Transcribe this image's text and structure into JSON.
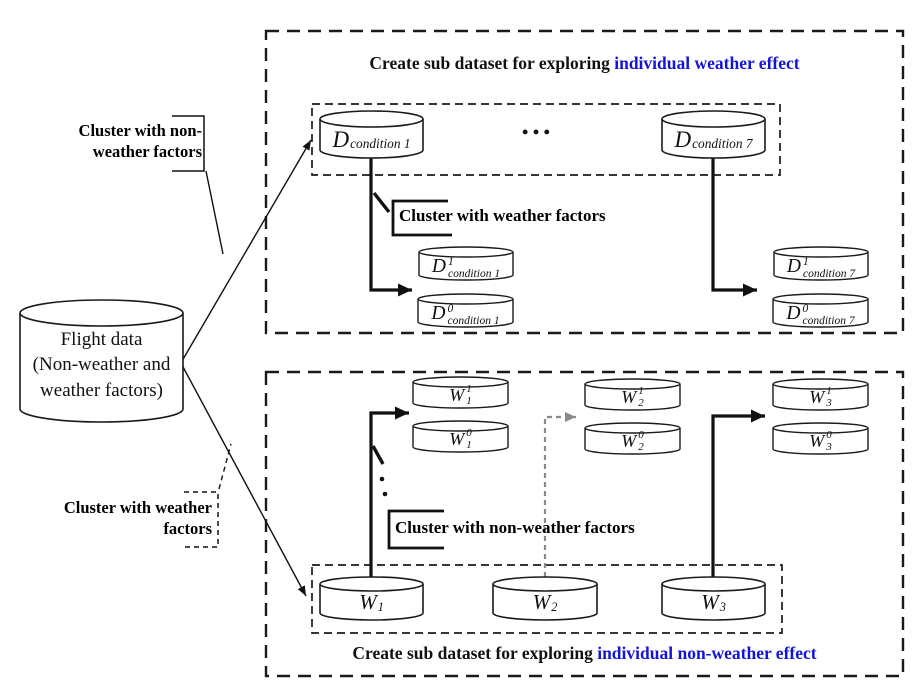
{
  "colors": {
    "highlight": "#1414d6",
    "gray": "#8a8a8a"
  },
  "source": {
    "line1": "Flight data",
    "line2": "(Non-weather and",
    "line3": "weather factors)"
  },
  "callouts": {
    "non_weather": {
      "line1": "Cluster with non-",
      "line2": "weather factors"
    },
    "weather": {
      "line1": "Cluster with weather",
      "line2": "factors"
    }
  },
  "top_panel": {
    "title_prefix": "Create sub dataset for exploring ",
    "title_highlight": "individual weather effect",
    "cluster_label": "Cluster with weather factors",
    "ellipsis": "• • •",
    "db_left": {
      "base": "D",
      "sub": "condition 1"
    },
    "db_right": {
      "base": "D",
      "sub": "condition 7"
    },
    "sub_db": [
      {
        "base": "D",
        "sup": "1",
        "sub": "condition 1"
      },
      {
        "base": "D",
        "sup": "0",
        "sub": "condition 1"
      },
      {
        "base": "D",
        "sup": "1",
        "sub": "condition 7"
      },
      {
        "base": "D",
        "sup": "0",
        "sub": "condition 7"
      }
    ]
  },
  "bottom_panel": {
    "title_prefix": "Create sub dataset for exploring ",
    "title_highlight": "individual non-weather effect",
    "cluster_label": "Cluster with non-weather factors",
    "db": [
      {
        "base": "W",
        "sub": "1"
      },
      {
        "base": "W",
        "sub": "2"
      },
      {
        "base": "W",
        "sub": "3"
      }
    ],
    "sub_db": [
      {
        "base": "W",
        "sup": "1",
        "sub": "1"
      },
      {
        "base": "W",
        "sup": "0",
        "sub": "1"
      },
      {
        "base": "W",
        "sup": "1",
        "sub": "2"
      },
      {
        "base": "W",
        "sup": "0",
        "sub": "2"
      },
      {
        "base": "W",
        "sup": "1",
        "sub": "3"
      },
      {
        "base": "W",
        "sup": "0",
        "sub": "3"
      }
    ]
  }
}
